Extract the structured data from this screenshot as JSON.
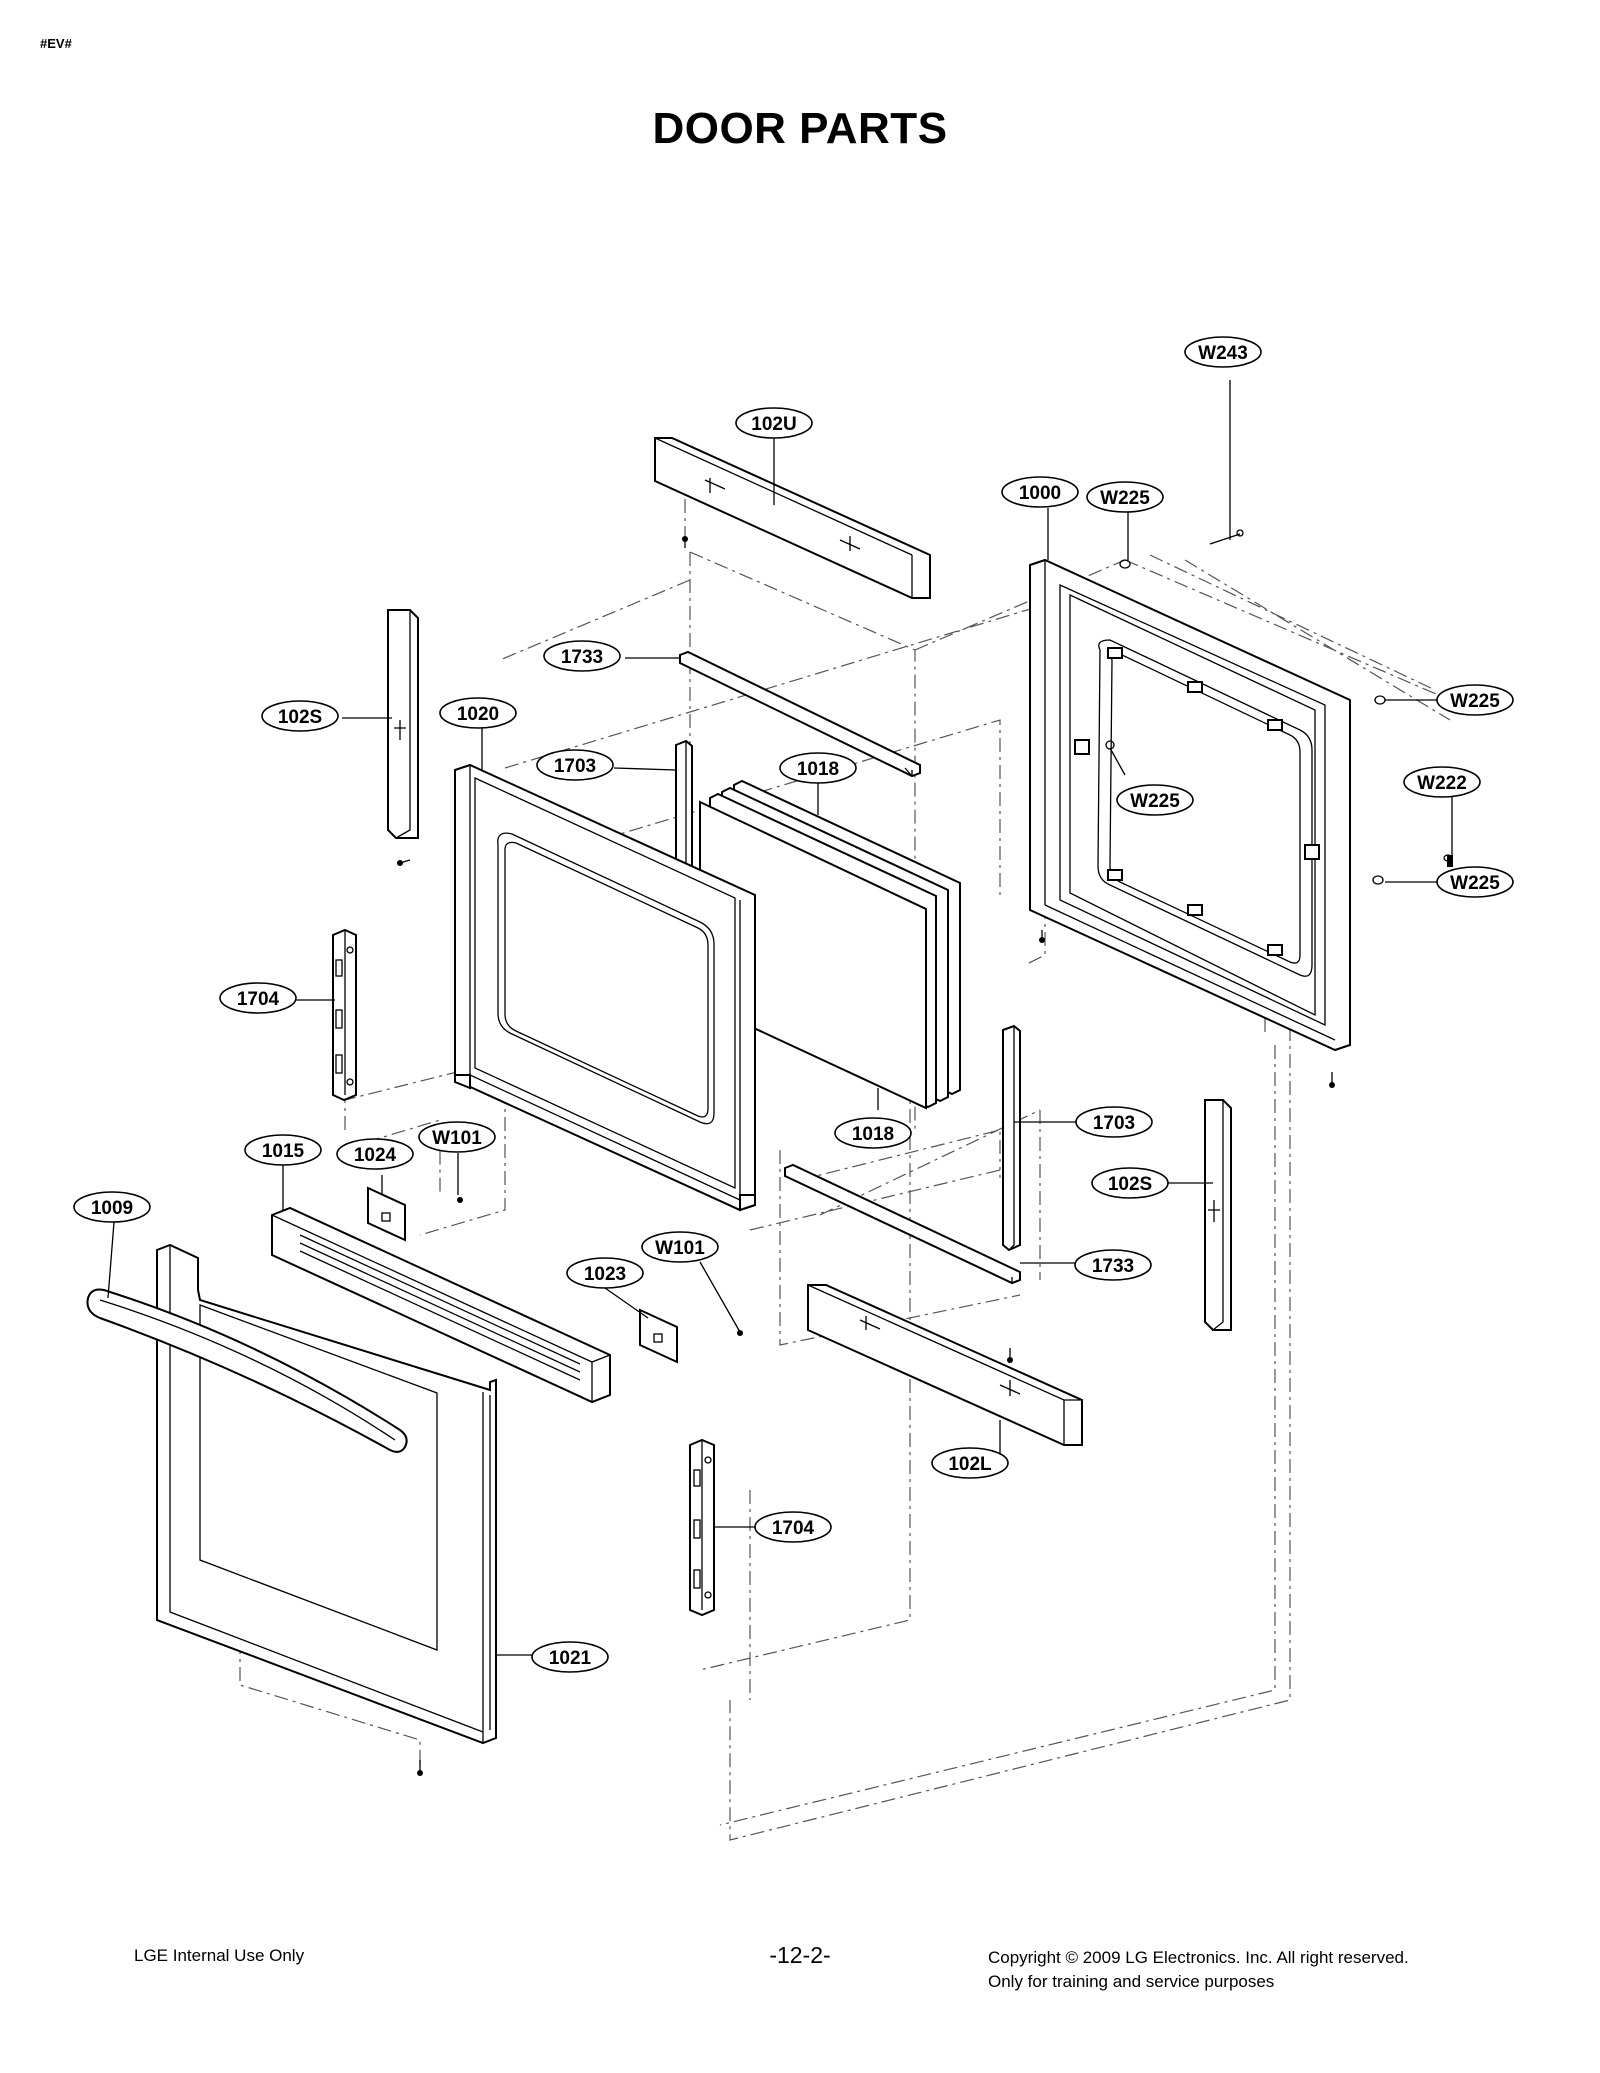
{
  "page": {
    "doc_tag": "#EV#",
    "title": "DOOR PARTS"
  },
  "callouts": {
    "c_102U": "102U",
    "c_1000": "1000",
    "c_W225_top": "W225",
    "c_W243": "W243",
    "c_1733_top": "1733",
    "c_102S_left": "102S",
    "c_1020": "1020",
    "c_1703_top": "1703",
    "c_1018_top": "1018",
    "c_W225_right_top": "W225",
    "c_W225_inner": "W225",
    "c_W222": "W222",
    "c_W225_right_bottom": "W225",
    "c_1704_top": "1704",
    "c_1018_bottom": "1018",
    "c_1703_bottom": "1703",
    "c_1015": "1015",
    "c_1024": "1024",
    "c_W101_top": "W101",
    "c_102S_right": "102S",
    "c_1009": "1009",
    "c_W101_mid": "W101",
    "c_1023": "1023",
    "c_1733_bottom": "1733",
    "c_102L": "102L",
    "c_1704_bottom": "1704",
    "c_1021": "1021"
  },
  "footer": {
    "left": "LGE Internal Use Only",
    "page_number": "-12-2-",
    "copyright": "Copyright © 2009 LG Electronics. Inc. All right reserved.",
    "notice": "Only for training and service purposes"
  }
}
